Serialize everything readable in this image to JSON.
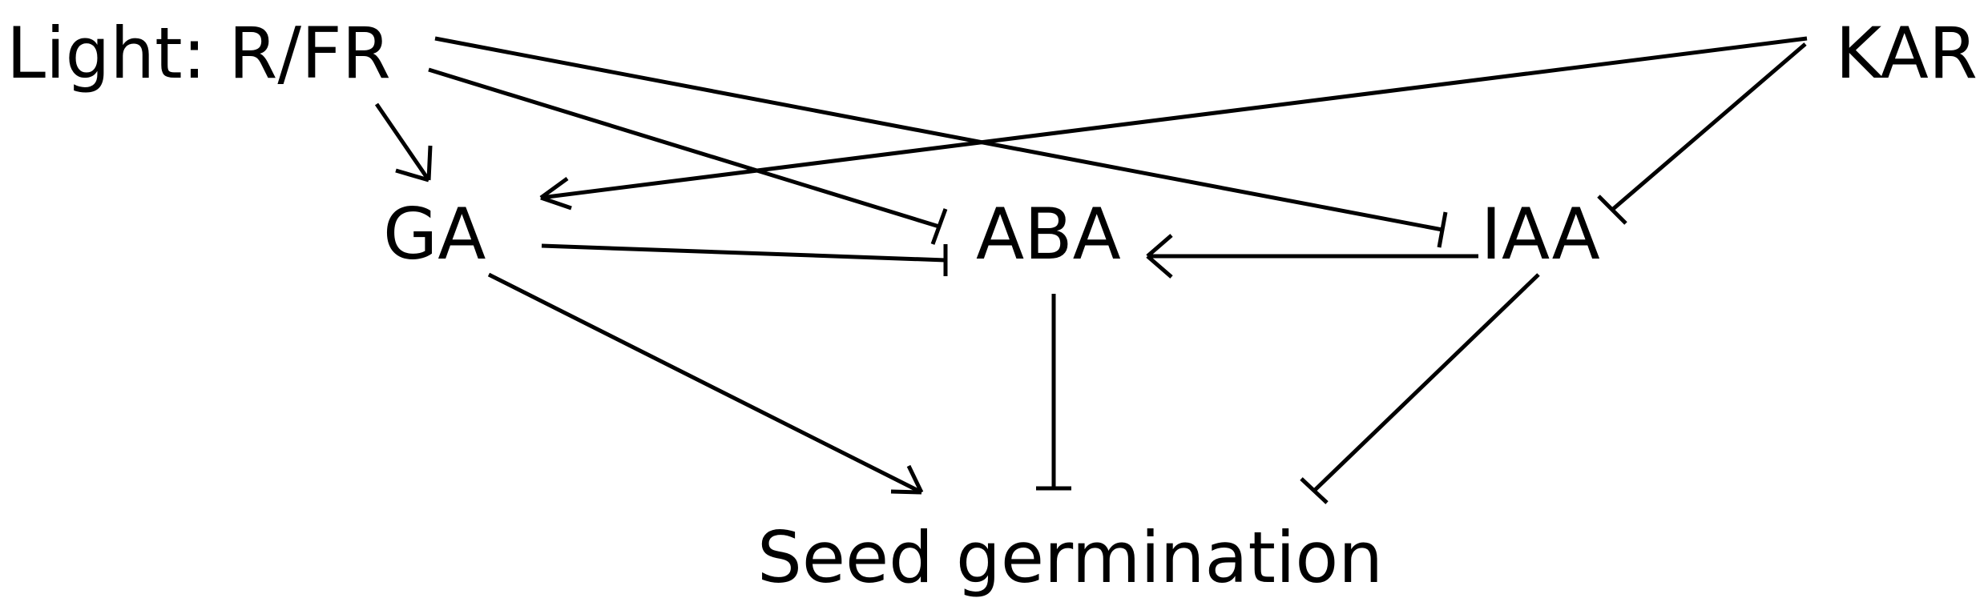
{
  "nodes": {
    "light": "Light: R/FR",
    "kar": "KAR",
    "ga": "GA",
    "aba": "ABA",
    "iaa": "IAA",
    "seed": "Seed germination"
  },
  "edges": [
    {
      "from": "light",
      "to": "ga",
      "effect": "promotes"
    },
    {
      "from": "light",
      "to": "aba",
      "effect": "inhibits"
    },
    {
      "from": "light",
      "to": "iaa",
      "effect": "inhibits"
    },
    {
      "from": "kar",
      "to": "ga",
      "effect": "promotes"
    },
    {
      "from": "kar",
      "to": "iaa",
      "effect": "inhibits"
    },
    {
      "from": "ga",
      "to": "aba",
      "effect": "inhibits"
    },
    {
      "from": "iaa",
      "to": "aba",
      "effect": "promotes"
    },
    {
      "from": "ga",
      "to": "seed",
      "effect": "promotes"
    },
    {
      "from": "aba",
      "to": "seed",
      "effect": "inhibits"
    },
    {
      "from": "iaa",
      "to": "seed",
      "effect": "inhibits"
    }
  ]
}
